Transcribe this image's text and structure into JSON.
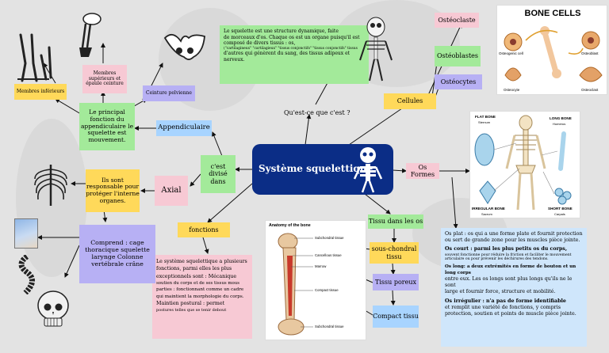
{
  "center": {
    "title": "Système squelettique"
  },
  "nodes": {
    "quest": "Qu'est-ce que c'est ?",
    "definition": [
      "Le squelette est une structure dynamique, faite",
      "de morceaux d'os. Chaque os est un organe puisqu'il est",
      "composé de divers tissus : os,",
      "(\"cartilagineux\" \"cartilagieux\" \"tissus conjonctifs\" \"tissus conjonctifs\" tissus",
      "d'autres qui génèrent du sang, des tissus adipeux et",
      "nerveux."
    ],
    "cellules": "Cellules",
    "osteoclaste": "Ostéoclaste",
    "osteoblastes": "Ostéoblastes",
    "osteocytes": "Ostéocytes",
    "bone_cells_title": "BONE CELLS",
    "bone_cells_labels": [
      "Osteogenic cell",
      "Osteoblast",
      "Osteocyte",
      "Osteoclast"
    ],
    "os_formes": "Os Formes",
    "bone_shapes_labels": [
      "FLAT BONE",
      "Sternum",
      "LONG BONE",
      "Humerus",
      "IRREGULAR BONE",
      "Sacrum",
      "SHORT BONE",
      "Carpals"
    ],
    "formes_text": [
      "Os plat : os qui a une forme plate et fournit protection ou sert de grande zone pour les muscles pièce jointe.",
      "Os court : parmi les plus petits os du corps,",
      "souvent fonctionne pour réduire la friction et faciliter le mouvement articulaire ou pour prévenir les déchirures des tendons.",
      "Os long: a deux extrémités en forme de bouton et un long corps",
      "entre eux. Les os longs sont plus longs qu'ils ne le sont",
      "large et fournir force, structure et mobilité.",
      "Os irrégulier : n'a pas de forme identifiable",
      "et remplit une variété de fonctions, y compris protection, soutien et points de muscle pièce jointe."
    ],
    "tissu": "Tissu dans les os",
    "sous_chondral": "sous-chondral tissu",
    "tissu_poreux": "Tissu poreux",
    "compact": "Compact tissu",
    "anatomy_title": "Anatomy of the bone",
    "anatomy_labels": [
      "Subchondral tissue",
      "Cancellous tissue",
      "Marrow",
      "Compact tissue",
      "Subchondral tissue"
    ],
    "fonctions": "fonctions",
    "fonctions_text": [
      "Le système squelettique a plusieurs",
      "fonctions, parmi elles les plus",
      "exceptionnels sont : Mécanique",
      "soutien du corps et de ses tissus mous",
      "parties : fonctionnant comme un cadre",
      "qui maintient la morphologie du corps.",
      "Maintien postural : permet",
      "postures telles que se tenir debout"
    ],
    "divise": "c'est divisé dans",
    "axial": "Axial",
    "axial_desc": "Ils sont responsable pour protéger l'interne organes.",
    "axial_comprend": "Comprend : cage thoracique squelette larynge Colonne vertébrale crâne",
    "appendiculaire": "Appendiculaire",
    "app_desc": "Le principal fonction du appendiculaire le squelette est mouvement.",
    "membres_sup": "Membres supérieurs et épaule ceinture",
    "membres_inf": "Membres inférieurs",
    "ceinture": "Ceinture pelvienne"
  },
  "colors": {
    "center": "#0b2d86",
    "yellow": "#ffd95a",
    "green": "#a3ea9a",
    "pink": "#f7c9d4",
    "blue": "#a8d4ff",
    "purple": "#b7b0f4"
  }
}
